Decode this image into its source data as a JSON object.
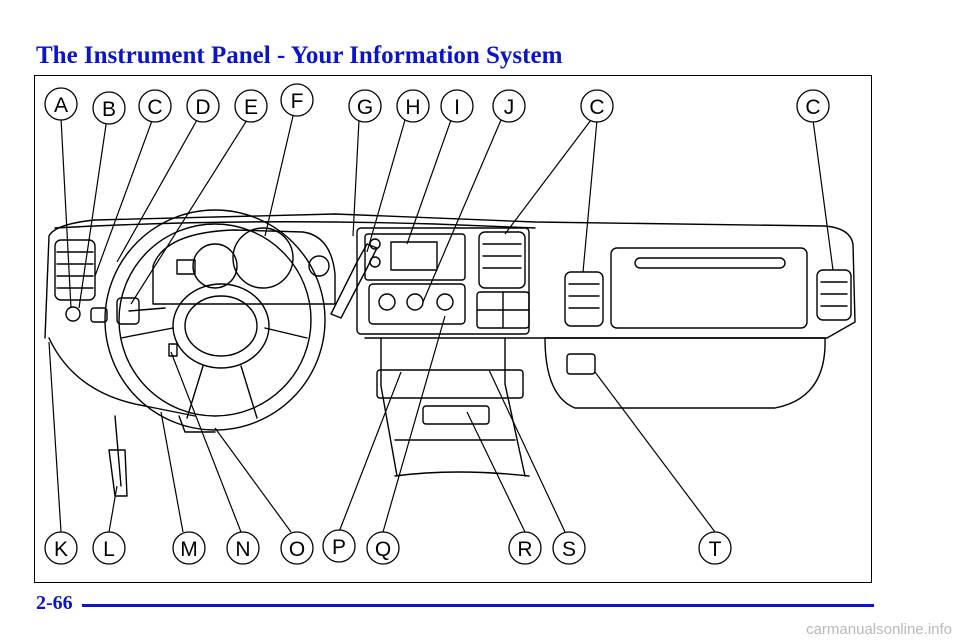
{
  "page": {
    "title": "The Instrument Panel - Your Information System",
    "page_number": "2-66",
    "watermark": "carmanualsonline.info"
  },
  "colors": {
    "heading": "#0a14c8",
    "rule": "#0a14c8",
    "line_art": "#000000"
  },
  "figure": {
    "top_labels": [
      "A",
      "B",
      "C",
      "D",
      "E",
      "F",
      "G",
      "H",
      "I",
      "J",
      "C",
      "C"
    ],
    "bottom_labels": [
      "K",
      "L",
      "M",
      "N",
      "O",
      "P",
      "Q",
      "R",
      "S",
      "T"
    ]
  }
}
